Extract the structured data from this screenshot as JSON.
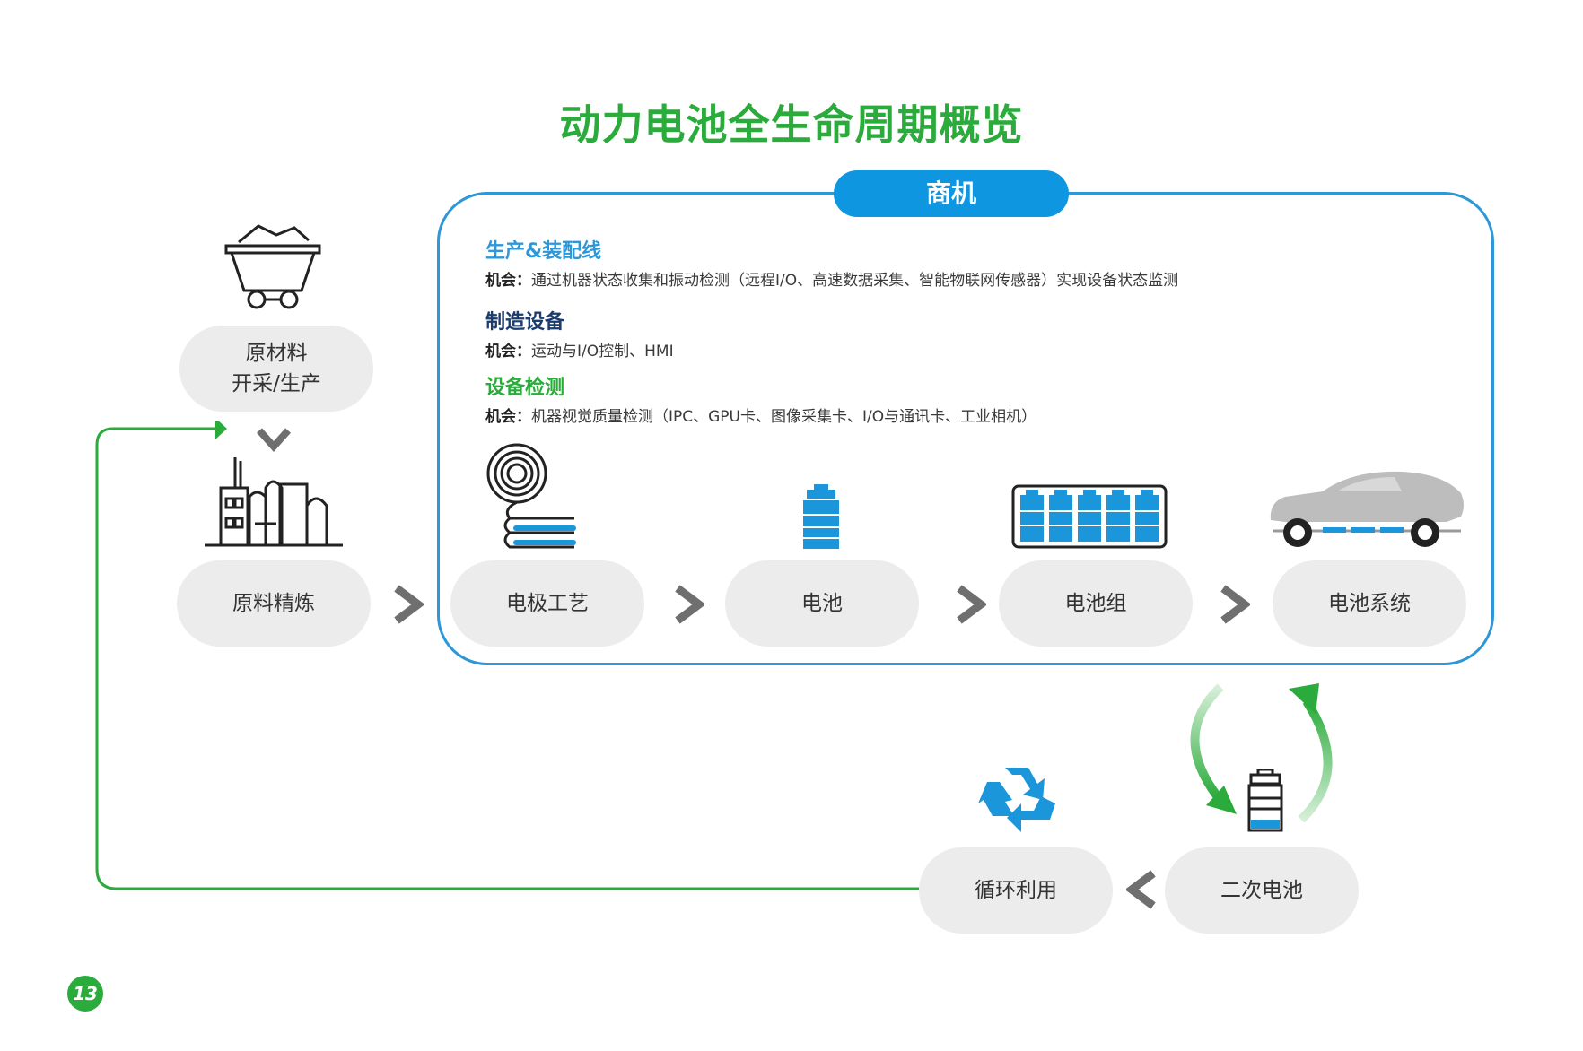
{
  "title": "动力电池全生命周期概览",
  "opportunity_label": "商机",
  "sections": [
    {
      "heading": "生产&装配线",
      "heading_color": "#2d97d8",
      "prefix": "机会：",
      "text": "通过机器状态收集和振动检测（远程I/O、高速数据采集、智能物联网传感器）实现设备状态监测"
    },
    {
      "heading": "制造设备",
      "heading_color": "#1a3d6e",
      "prefix": "机会：",
      "text": "运动与I/O控制、HMI"
    },
    {
      "heading": "设备检测",
      "heading_color": "#2bab3b",
      "prefix": "机会：",
      "text": "机器视觉质量检测（IPC、GPU卡、图像采集卡、I/O与通讯卡、工业相机）"
    }
  ],
  "nodes": {
    "raw_material_line1": "原材料",
    "raw_material_line2": "开采/生产",
    "refining": "原料精炼",
    "electrode": "电极工艺",
    "battery": "电池",
    "battery_pack": "电池组",
    "battery_system": "电池系统",
    "recycle": "循环利用",
    "second_life": "二次电池"
  },
  "page_number": "13",
  "colors": {
    "green": "#2bab3b",
    "blue": "#2d97d8",
    "battery_blue": "#1b96da",
    "node_bg": "#ececec",
    "arrow_gray": "#6f6f6f"
  },
  "icons": [
    "mine-cart-icon",
    "factory-icon",
    "coil-icon",
    "battery-icon",
    "battery-pack-icon",
    "car-icon",
    "recycle-icon",
    "second-battery-icon",
    "cycle-arrows-icon"
  ]
}
